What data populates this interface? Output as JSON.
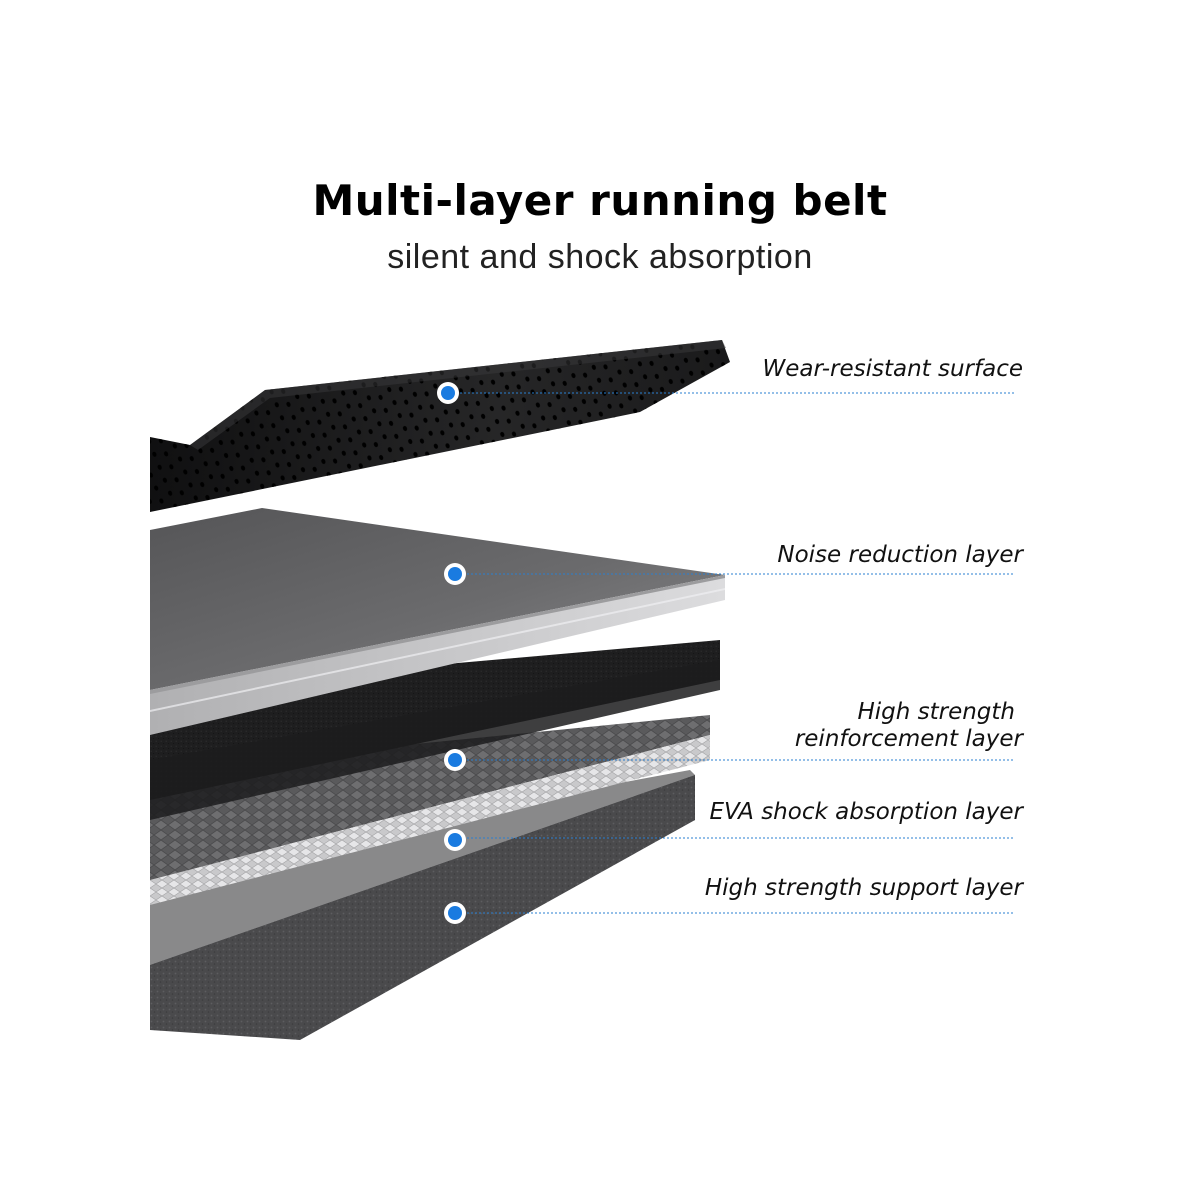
{
  "header": {
    "title": "Multi-layer running belt",
    "subtitle": "silent and shock absorption"
  },
  "colors": {
    "marker": "#1a7be0",
    "leader_line": "#2a7fd0",
    "text": "#111111"
  },
  "layers": [
    {
      "id": "wear-resistant-surface",
      "label_lines": [
        "Wear-resistant surface"
      ]
    },
    {
      "id": "noise-reduction-layer",
      "label_lines": [
        "Noise reduction layer"
      ]
    },
    {
      "id": "high-strength-reinforcement-layer",
      "label_lines": [
        "High strength",
        "reinforcement layer"
      ]
    },
    {
      "id": "eva-shock-absorption-layer",
      "label_lines": [
        "EVA shock absorption layer"
      ]
    },
    {
      "id": "high-strength-support-layer",
      "label_lines": [
        "High strength support layer"
      ]
    }
  ]
}
